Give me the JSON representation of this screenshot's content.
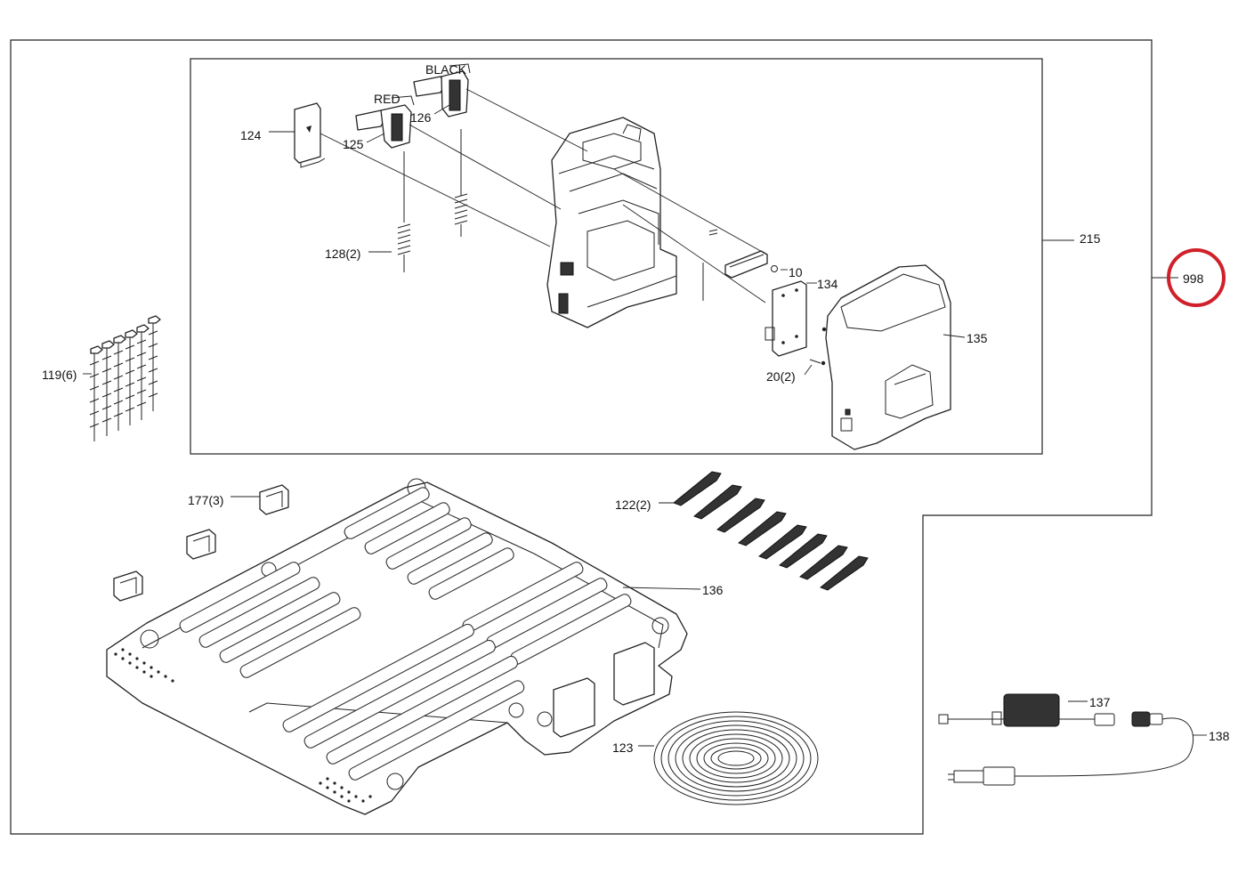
{
  "labels": {
    "black": "BLACK",
    "red": "RED",
    "p124": "124",
    "p125": "125",
    "p126": "126",
    "p128": "128(2)",
    "p10": "10",
    "p134": "134",
    "p135": "135",
    "p20": "20(2)",
    "p215": "215",
    "p998": "998",
    "p119": "119(6)",
    "p177": "177(3)",
    "p122": "122(2)",
    "p136": "136",
    "p123": "123",
    "p137": "137",
    "p138": "138"
  },
  "colors": {
    "line": "#222222",
    "highlight_circle": "#d0202a",
    "power_supply": "#1a1a1a"
  }
}
